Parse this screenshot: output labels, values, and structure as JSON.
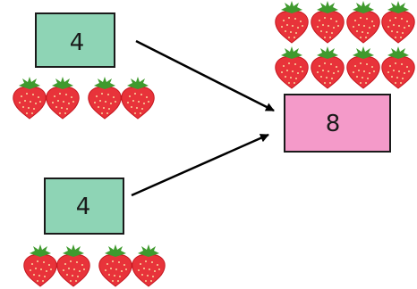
{
  "boxes": {
    "top_addend": {
      "label": "4",
      "fill": "#8ed4b5"
    },
    "bottom_addend": {
      "label": "4",
      "fill": "#8ed4b5"
    },
    "sum": {
      "label": "8",
      "fill": "#f49ac9"
    }
  },
  "groups": {
    "top_strawberries": {
      "count": 4
    },
    "bottom_strawberries": {
      "count": 4
    },
    "sum_strawberries": {
      "count": 8,
      "rows": 2
    }
  },
  "colors": {
    "box_stroke": "#1a1a1a",
    "arrow": "#000000",
    "strawberry": "#e8333a",
    "strawberry_dark": "#c4171f",
    "leaf": "#3f9a2e",
    "seed": "#f7d9a0"
  },
  "icons": {
    "strawberry": "strawberry-icon",
    "arrow": "arrow-icon"
  }
}
